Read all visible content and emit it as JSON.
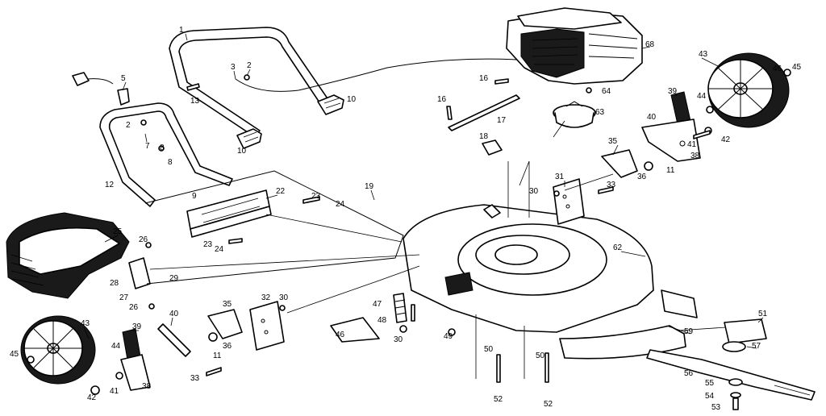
{
  "diagram": {
    "type": "exploded-parts-diagram",
    "callouts": [
      {
        "id": "c1",
        "label": "1"
      },
      {
        "id": "c2a",
        "label": "2"
      },
      {
        "id": "c3",
        "label": "3"
      },
      {
        "id": "c13",
        "label": "13"
      },
      {
        "id": "c10a",
        "label": "10"
      },
      {
        "id": "c10b",
        "label": "10"
      },
      {
        "id": "c5",
        "label": "5"
      },
      {
        "id": "c2b",
        "label": "2"
      },
      {
        "id": "c7",
        "label": "7"
      },
      {
        "id": "c8a",
        "label": "8"
      },
      {
        "id": "c8b",
        "label": "8"
      },
      {
        "id": "c12",
        "label": "12"
      },
      {
        "id": "c9",
        "label": "9"
      },
      {
        "id": "c68",
        "label": "68"
      },
      {
        "id": "c16a",
        "label": "16"
      },
      {
        "id": "c64",
        "label": "64"
      },
      {
        "id": "c16b",
        "label": "16"
      },
      {
        "id": "c17",
        "label": "17"
      },
      {
        "id": "c63",
        "label": "63"
      },
      {
        "id": "c18",
        "label": "18"
      },
      {
        "id": "c43a",
        "label": "43"
      },
      {
        "id": "c45a",
        "label": "45"
      },
      {
        "id": "c39a",
        "label": "39"
      },
      {
        "id": "c44a",
        "label": "44"
      },
      {
        "id": "c40a",
        "label": "40"
      },
      {
        "id": "c41a",
        "label": "41"
      },
      {
        "id": "c42a",
        "label": "42"
      },
      {
        "id": "c38a",
        "label": "38"
      },
      {
        "id": "c35a",
        "label": "35"
      },
      {
        "id": "c36a",
        "label": "36"
      },
      {
        "id": "c11a",
        "label": "11"
      },
      {
        "id": "c31",
        "label": "31"
      },
      {
        "id": "c30a",
        "label": "30"
      },
      {
        "id": "c33a",
        "label": "33"
      },
      {
        "id": "c22",
        "label": "22"
      },
      {
        "id": "c19",
        "label": "19"
      },
      {
        "id": "c23a",
        "label": "23"
      },
      {
        "id": "c24a",
        "label": "24"
      },
      {
        "id": "c23b",
        "label": "23"
      },
      {
        "id": "c24b",
        "label": "24"
      },
      {
        "id": "c25",
        "label": "25"
      },
      {
        "id": "c26a",
        "label": "26"
      },
      {
        "id": "c28",
        "label": "28"
      },
      {
        "id": "c29",
        "label": "29"
      },
      {
        "id": "c27",
        "label": "27"
      },
      {
        "id": "c26b",
        "label": "26"
      },
      {
        "id": "c62",
        "label": "62"
      },
      {
        "id": "c32",
        "label": "32"
      },
      {
        "id": "c30b",
        "label": "30"
      },
      {
        "id": "c35b",
        "label": "35"
      },
      {
        "id": "c40b",
        "label": "40"
      },
      {
        "id": "c39b",
        "label": "39"
      },
      {
        "id": "c43b",
        "label": "43"
      },
      {
        "id": "c44b",
        "label": "44"
      },
      {
        "id": "c45b",
        "label": "45"
      },
      {
        "id": "c36b",
        "label": "36"
      },
      {
        "id": "c11b",
        "label": "11"
      },
      {
        "id": "c33b",
        "label": "33"
      },
      {
        "id": "c41b",
        "label": "41"
      },
      {
        "id": "c42b",
        "label": "42"
      },
      {
        "id": "c38b",
        "label": "38"
      },
      {
        "id": "c46",
        "label": "46"
      },
      {
        "id": "c47",
        "label": "47"
      },
      {
        "id": "c48",
        "label": "48"
      },
      {
        "id": "c30c",
        "label": "30"
      },
      {
        "id": "c49",
        "label": "49"
      },
      {
        "id": "c50a",
        "label": "50"
      },
      {
        "id": "c50b",
        "label": "50"
      },
      {
        "id": "c52a",
        "label": "52"
      },
      {
        "id": "c52b",
        "label": "52"
      },
      {
        "id": "c59",
        "label": "59"
      },
      {
        "id": "c51",
        "label": "51"
      },
      {
        "id": "c57",
        "label": "57"
      },
      {
        "id": "c56",
        "label": "56"
      },
      {
        "id": "c55",
        "label": "55"
      },
      {
        "id": "c54",
        "label": "54"
      },
      {
        "id": "c53",
        "label": "53"
      },
      {
        "id": "c46b",
        "label": "46"
      }
    ]
  }
}
